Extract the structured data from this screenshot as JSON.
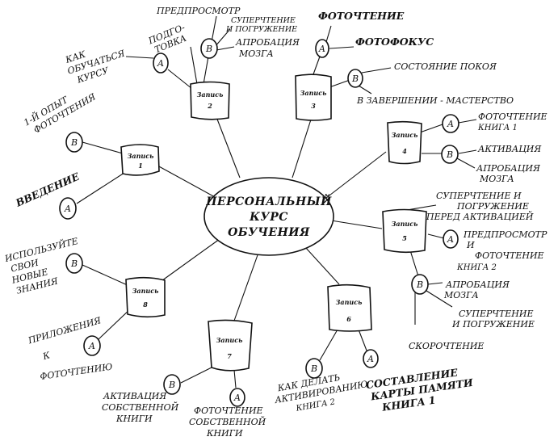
{
  "center": [
    "ПЕРСОНАЛЬНЫЙ",
    "КУРС",
    "ОБУЧЕНИЯ"
  ],
  "sessions": {
    "s1": {
      "title": "Запись",
      "num": "1"
    },
    "s2": {
      "title": "Запись",
      "num": "2"
    },
    "s3": {
      "title": "Запись",
      "num": "3"
    },
    "s4": {
      "title": "Запись",
      "num": "4"
    },
    "s5": {
      "title": "Запись",
      "num": "5"
    },
    "s6": {
      "title": "Запись",
      "num": "6"
    },
    "s7": {
      "title": "Запись",
      "num": "7"
    },
    "s8": {
      "title": "Запись",
      "num": "8"
    }
  },
  "markers": {
    "a": "A",
    "b": "B"
  },
  "labels": {
    "s1_b": [
      "1-Й ОПЫТ",
      "ФОТОЧТЕНИЯ"
    ],
    "s1_a": "ВВЕДЕНИЕ",
    "s2_a": [
      "КАК",
      "ОБУЧАТЬСЯ",
      "КУРСУ"
    ],
    "s2_prep": [
      "ПОДГО-",
      "ТОВКА"
    ],
    "s2_b1": "ПРЕДПРОСМОТР",
    "s2_b2": [
      "СУПЕРЧТЕНИЕ",
      "И ПОГРУЖЕНИЕ"
    ],
    "s2_b3": [
      "АПРОБАЦИЯ",
      "МОЗГА"
    ],
    "s3_a1": "ФОТОЧТЕНИЕ",
    "s3_a2": "ФОТОФОКУС",
    "s3_b1": "СОСТОЯНИЕ ПОКОЯ",
    "s3_b2": "В ЗАВЕРШЕНИИ - МАСТЕРСТВО",
    "s4_a": [
      "ФОТОЧТЕНИЕ",
      "КНИГА 1"
    ],
    "s4_b1": "АКТИВАЦИЯ",
    "s4_b2": [
      "АПРОБАЦИЯ",
      "МОЗГА"
    ],
    "s5_top": [
      "СУПЕРЧТЕНИЕ И",
      "ПОГРУЖЕНИЕ",
      "ПЕРЕД АКТИВАЦИЕЙ"
    ],
    "s5_a": [
      "ПРЕДПРОСМОТР",
      "И",
      "ФОТОЧТЕНИЕ",
      "КНИГА 2"
    ],
    "s5_b1": [
      "АПРОБАЦИЯ",
      "МОЗГА"
    ],
    "s5_b2": [
      "СУПЕРЧТЕНИЕ",
      "И ПОГРУЖЕНИЕ"
    ],
    "s5_c": "СКОРОЧТЕНИЕ",
    "s6_b": [
      "КАК ДЕЛАТЬ",
      "АКТИВИРОВАНИЮ",
      "КНИГА 2"
    ],
    "s6_a": [
      "СОСТАВЛЕНИЕ",
      "КАРТЫ ПАМЯТИ",
      "КНИГА 1"
    ],
    "s7_b": [
      "АКТИВАЦИЯ",
      "СОБСТВЕННОЙ",
      "КНИГИ"
    ],
    "s7_a": [
      "ФОТОЧТЕНИЕ",
      "СОБСТВЕННОЙ",
      "КНИГИ"
    ],
    "s8_b": [
      "ИСПОЛЬЗУЙТЕ",
      "СВОИ",
      "НОВЫЕ",
      "ЗНАНИЯ"
    ],
    "s8_a": [
      "ПРИЛОЖЕНИЯ",
      "К",
      "ФОТОЧТЕНИЮ"
    ]
  }
}
